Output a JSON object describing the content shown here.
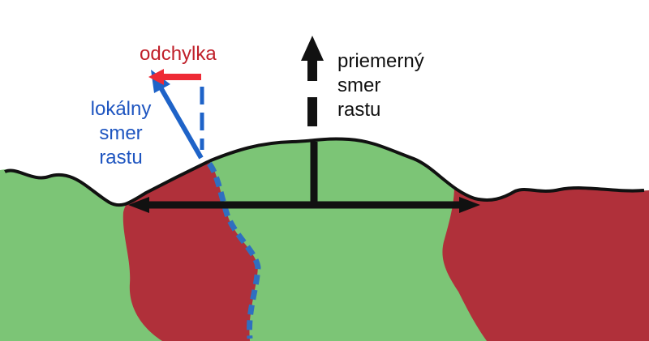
{
  "labels": {
    "deviation": "odchylka",
    "local_direction": [
      "lokálny",
      "smer",
      "rastu"
    ],
    "average_direction": [
      "priemerný",
      "smer",
      "rastu"
    ]
  },
  "colors": {
    "grain_green": "#7cc576",
    "grain_red": "#b0303a",
    "outline": "#111111",
    "deviation_arrow": "#ee2a35",
    "local_arrow": "#1e63c8",
    "boundary_dash": "#2f6fc0",
    "average_arrow": "#111111",
    "deviation_text": "#c0202a",
    "local_text": "#1e55c0",
    "average_text": "#111111"
  }
}
